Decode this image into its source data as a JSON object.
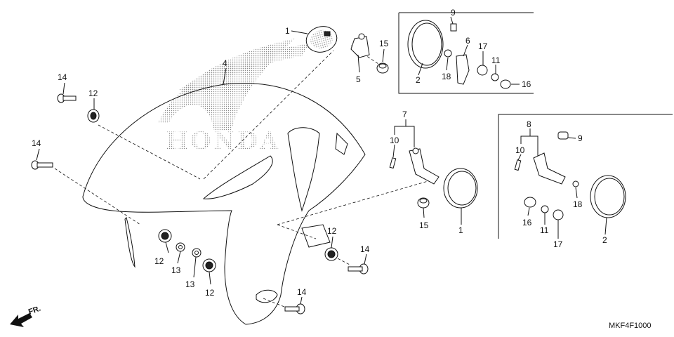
{
  "diagram_code": "MKF4F1000",
  "direction_label": "FR.",
  "watermark_text": "HONDA",
  "callouts": {
    "c1a": "1",
    "c1b": "1",
    "c2a": "2",
    "c2b": "2",
    "c4": "4",
    "c5": "5",
    "c6": "6",
    "c7": "7",
    "c8": "8",
    "c9a": "9",
    "c9b": "9",
    "c10a": "10",
    "c10b": "10",
    "c11a": "11",
    "c11b": "11",
    "c12a": "12",
    "c12b": "12",
    "c12c": "12",
    "c12d": "12",
    "c13a": "13",
    "c13b": "13",
    "c14a": "14",
    "c14b": "14",
    "c14c": "14",
    "c14d": "14",
    "c15a": "15",
    "c15b": "15",
    "c16a": "16",
    "c16b": "16",
    "c17a": "17",
    "c17b": "17",
    "c18a": "18",
    "c18b": "18"
  },
  "colors": {
    "line": "#111111",
    "watermark": "#9a9a9a",
    "background": "#ffffff"
  }
}
